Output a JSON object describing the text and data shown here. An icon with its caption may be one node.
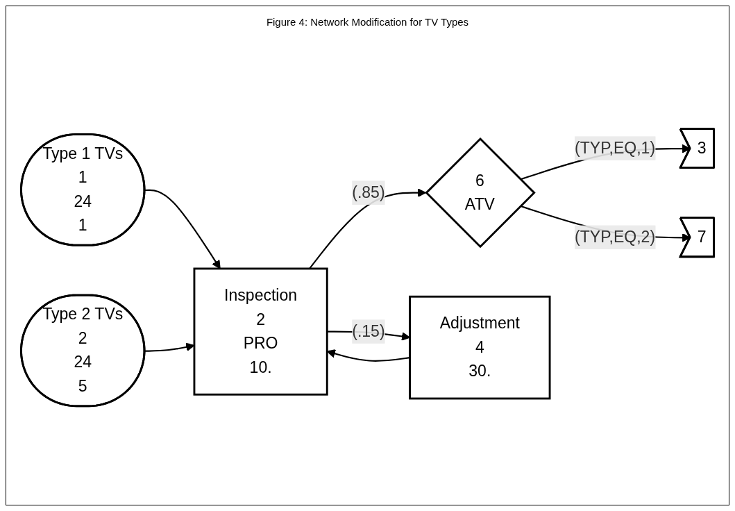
{
  "diagram": {
    "title": "Figure 4:  Network Modification for TV Types",
    "nodes": [
      {
        "text": [
          "Type 1 TVs",
          "1",
          "24",
          "1"
        ]
      },
      {
        "text": [
          "Type 2 TVs",
          "2",
          "24",
          "5"
        ]
      },
      {
        "text": [
          "Inspection",
          "2",
          "PRO",
          "10."
        ]
      },
      {
        "text": [
          "6",
          "ATV"
        ]
      },
      {
        "text": [
          "3"
        ]
      },
      {
        "text": [
          "7"
        ]
      },
      {
        "text": [
          "Adjustment",
          "4",
          "30."
        ]
      }
    ],
    "edges": [
      {
        "from": 0,
        "to": 2,
        "arrow": "to"
      },
      {
        "from": 1,
        "to": 2,
        "arrow": "to"
      },
      {
        "from": 2,
        "to": 3,
        "arrow": "to",
        "label": "(.85)"
      },
      {
        "from": 2,
        "to": 6,
        "arrow": "to",
        "label": "(.15)"
      },
      {
        "from": 3,
        "to": 4,
        "arrow": "to",
        "label": "(TYP,EQ,1)"
      },
      {
        "from": 3,
        "to": 5,
        "arrow": "to",
        "label": "(TYP,EQ,2)"
      },
      {
        "from": 6,
        "to": 2,
        "arrow": "to"
      }
    ]
  }
}
